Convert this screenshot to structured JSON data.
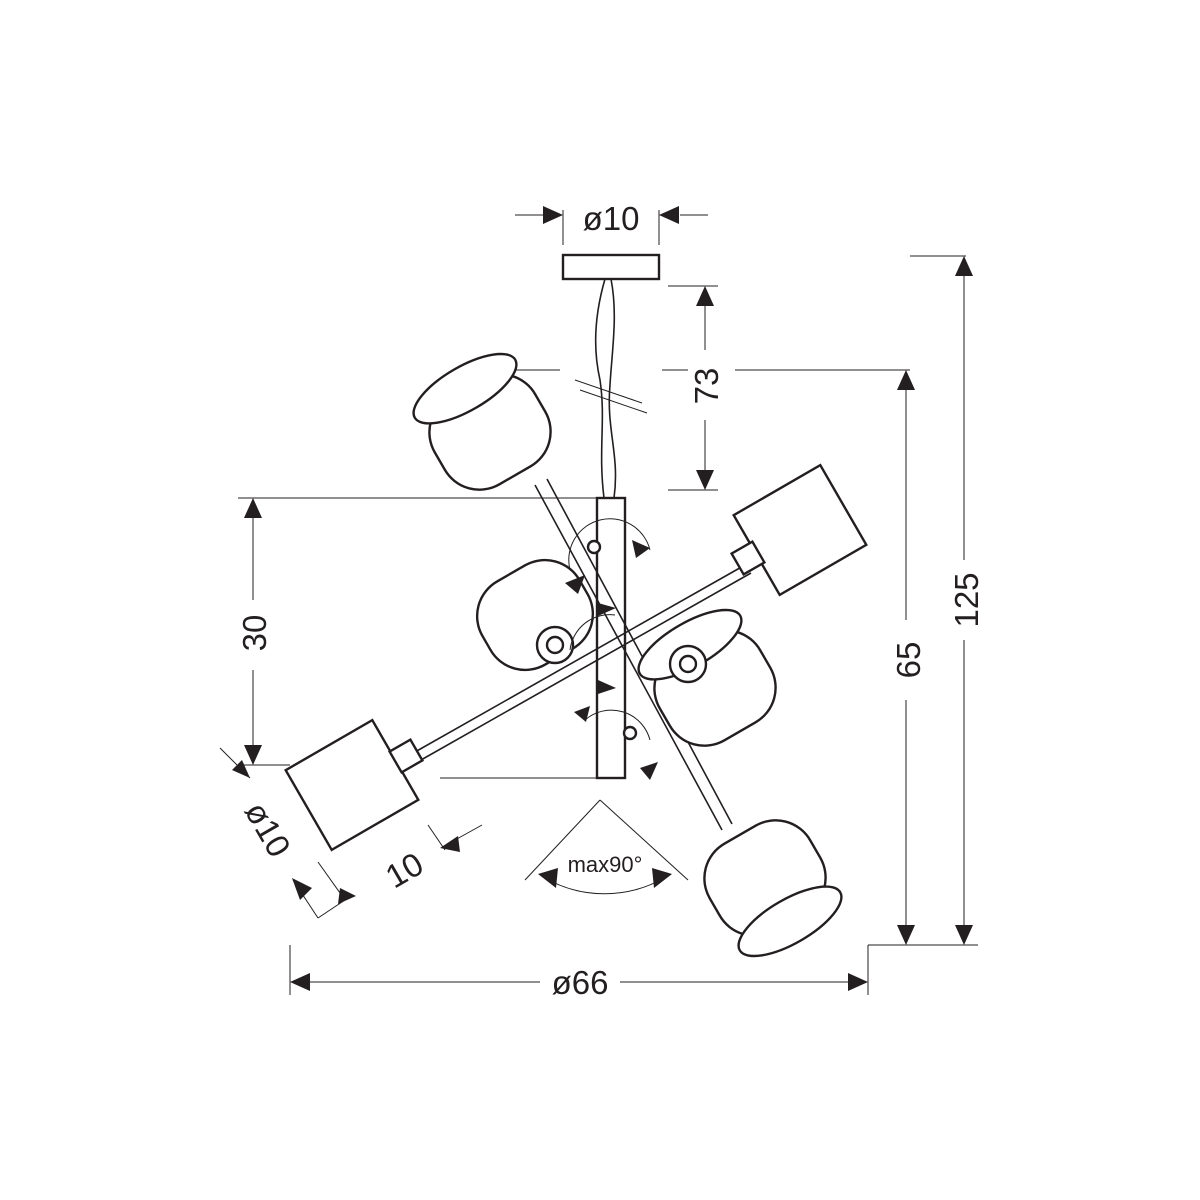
{
  "dimensions": {
    "canopy_diameter": "ø10",
    "cable_length": "73",
    "total_height": "125",
    "fixture_height": "65",
    "arm_height": "30",
    "shade_diameter": "ø10",
    "shade_length": "10",
    "overall_diameter": "ø66",
    "rotation_angle": "max90°"
  },
  "colors": {
    "line": "#231f20",
    "background": "#ffffff"
  }
}
